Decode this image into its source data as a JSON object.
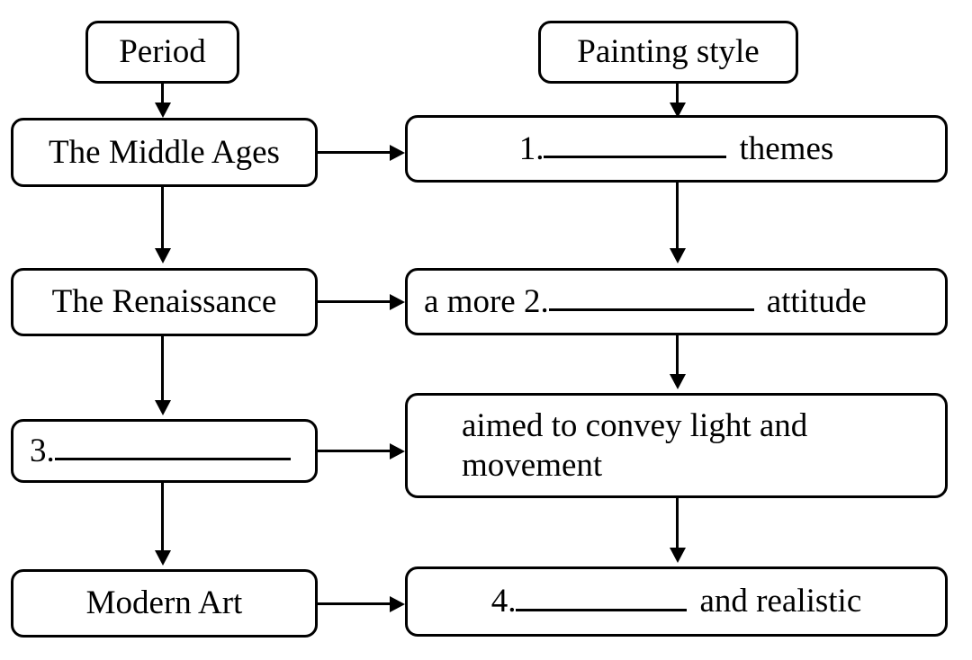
{
  "diagram": {
    "type": "flowchart",
    "orientation": "two-column-grid",
    "columns": [
      {
        "id": "period",
        "header": "Period"
      },
      {
        "id": "painting-style",
        "header": "Painting style"
      }
    ],
    "rows": [
      {
        "index": 1,
        "period": {
          "text": "The Middle Ages"
        },
        "style": {
          "prefix": "1.",
          "blank": "",
          "suffix": "themes",
          "full_text": "1.__________ themes"
        }
      },
      {
        "index": 2,
        "period": {
          "text": "The Renaissance"
        },
        "style": {
          "prefix": "a more 2.",
          "blank": "",
          "suffix": "attitude",
          "full_text": "a more 2.___________ attitude"
        }
      },
      {
        "index": 3,
        "period": {
          "prefix": "3.",
          "blank": "",
          "suffix": "",
          "full_text": "3.________________"
        },
        "style": {
          "line1": "aimed to convey light and",
          "line2": "movement",
          "full_text": "aimed to convey light and movement"
        }
      },
      {
        "index": 4,
        "period": {
          "text": "Modern Art"
        },
        "style": {
          "prefix": "4.",
          "blank": "",
          "suffix": "and realistic",
          "full_text": "4.________ and realistic"
        }
      }
    ],
    "colors": {
      "stroke": "#000000",
      "fill": "#ffffff",
      "text": "#000000"
    }
  }
}
